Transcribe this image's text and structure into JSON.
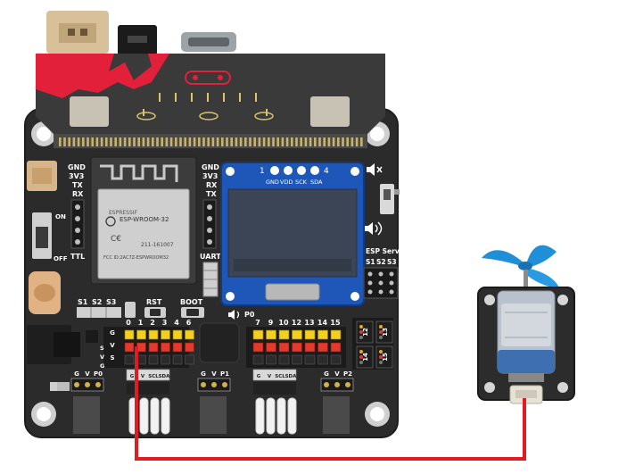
{
  "colors": {
    "board": "#2b2b2b",
    "board_edge": "#1e1e1e",
    "microbit": "#3a3a3a",
    "microbit_red": "#e2203a",
    "oled_frame": "#1e57b8",
    "oled_screen": "#3c4555",
    "esp_module": "#cfcfcf",
    "esp_chip": "#dcdcdc",
    "wire": "#e01b24",
    "pin_yellow": "#f4d01c",
    "pin_red": "#e33a2b",
    "servo_yellow": "#f0a61c",
    "propeller": "#1f8fd8",
    "motor_body": "#b9c2cc",
    "motor_blue": "#3e6fb0"
  },
  "board": {
    "left_header": {
      "gnd": "GND",
      "v3": "3V3",
      "tx": "TX",
      "rx": "RX"
    },
    "right_header": {
      "gnd": "GND",
      "v3": "3V3",
      "rx": "RX",
      "tx": "TX"
    },
    "on_label": "ON",
    "off_label": "OFF",
    "ttl_label": "TTL",
    "uart_label": "UART",
    "button_labels": {
      "s1": "S1",
      "s2": "S2",
      "s3": "S3",
      "rst": "RST",
      "boot": "BOOT"
    },
    "p0_label": "P0",
    "esp_module": {
      "model": "ESP-WROOM-32",
      "fcc": "FCC ID:2AC7Z-ESPWROOM32",
      "id_line": "211-161007",
      "brand": "ESPRESSIF"
    },
    "oled": {
      "pin_first": "1",
      "pin_last": "4",
      "pins": [
        "GND",
        "VDD",
        "SCK",
        "SDA"
      ]
    },
    "esp_servo": {
      "label": "ESP Servo",
      "channels": [
        "S1",
        "S2",
        "S3"
      ]
    },
    "header_left_numbers": [
      "0",
      "1",
      "2",
      "3",
      "4",
      "6"
    ],
    "header_right_numbers": [
      "7",
      "9",
      "10",
      "12",
      "13",
      "14",
      "15"
    ],
    "header_row_labels": [
      "G",
      "V",
      "S"
    ],
    "servo_side_numbers": [
      "12",
      "13",
      "14",
      "15"
    ],
    "connectors": [
      {
        "labels": [
          "G",
          "V",
          "P0"
        ]
      },
      {
        "labels": [
          "G",
          "V",
          "P1"
        ]
      },
      {
        "labels": [
          "G",
          "V",
          "P2"
        ]
      }
    ],
    "i2c_connectors": [
      {
        "labels": [
          "G",
          "V",
          "SCL",
          "SDA"
        ]
      },
      {
        "labels": [
          "G",
          "V",
          "SCL",
          "SDA"
        ]
      }
    ],
    "grv_strip": [
      "G",
      "V",
      "S"
    ]
  },
  "motor": {}
}
